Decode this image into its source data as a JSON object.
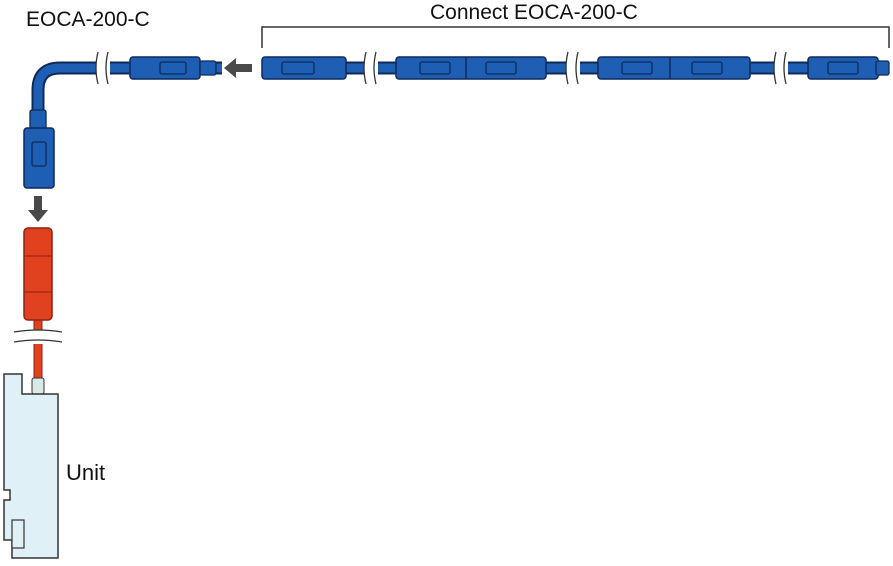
{
  "labels": {
    "cable_left": "EOCA-200-C",
    "cable_chain": "Connect EOCA-200-C",
    "unit": "Unit"
  },
  "colors": {
    "cable_blue": "#1f5fb3",
    "cable_outline": "#0e2a5a",
    "connector_red": "#e0411e",
    "unit_fill": "#dff1f6",
    "arrow_gray": "#4a4a4a"
  }
}
